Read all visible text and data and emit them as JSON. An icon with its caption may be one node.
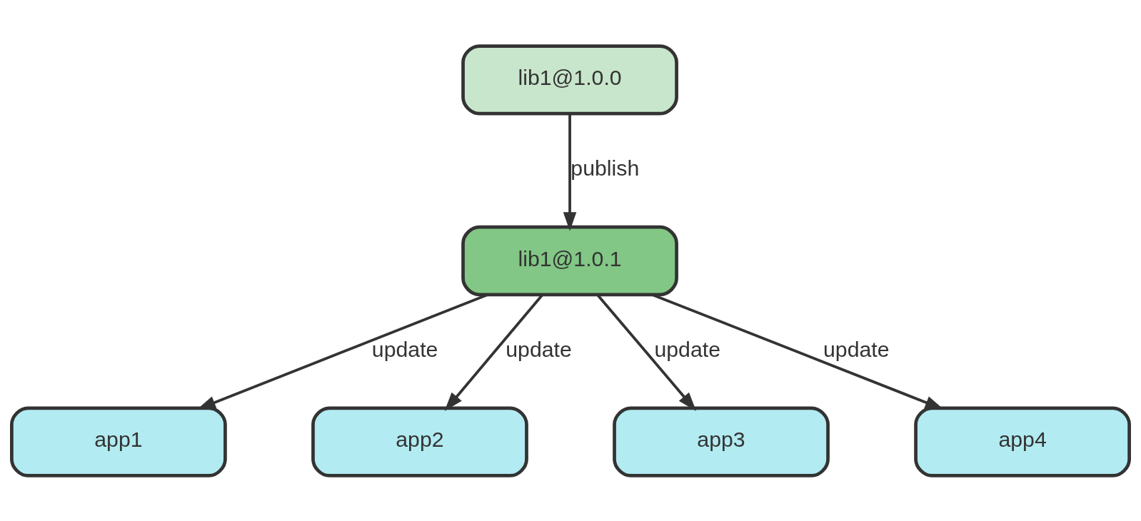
{
  "diagram": {
    "nodes": [
      {
        "text": [
          "lib1@1.0.0"
        ]
      },
      {
        "text": [
          "lib1@1.0.1"
        ]
      },
      {
        "text": [
          "app1"
        ]
      },
      {
        "text": [
          "app2"
        ]
      },
      {
        "text": [
          "app3"
        ]
      },
      {
        "text": [
          "app4"
        ]
      }
    ],
    "edges": [
      {
        "from": 0,
        "to": 1,
        "arrow": "to",
        "label": "publish"
      },
      {
        "from": 1,
        "to": 2,
        "arrow": "to",
        "label": "update"
      },
      {
        "from": 1,
        "to": 3,
        "arrow": "to",
        "label": "update"
      },
      {
        "from": 1,
        "to": 4,
        "arrow": "to",
        "label": "update"
      },
      {
        "from": 1,
        "to": 5,
        "arrow": "to",
        "label": "update"
      }
    ]
  }
}
